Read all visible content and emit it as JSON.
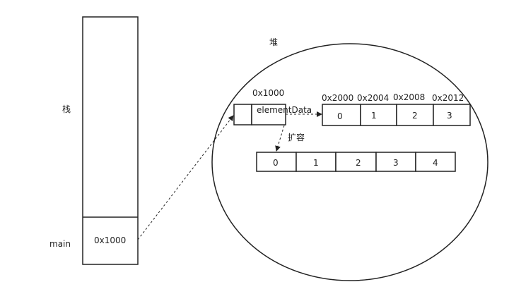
{
  "stack": {
    "label": "栈",
    "frame_label": "main",
    "frame_value": "0x1000"
  },
  "heap": {
    "label": "堆",
    "object": {
      "address": "0x1000",
      "field": "elementData"
    },
    "array_old": {
      "addresses": [
        "0x2000",
        "0x2004",
        "0x2008",
        "0x2012"
      ],
      "values": [
        "0",
        "1",
        "2",
        "3"
      ]
    },
    "grow_label": "扩容",
    "array_new": {
      "values": [
        "0",
        "1",
        "2",
        "3",
        "4"
      ]
    }
  }
}
